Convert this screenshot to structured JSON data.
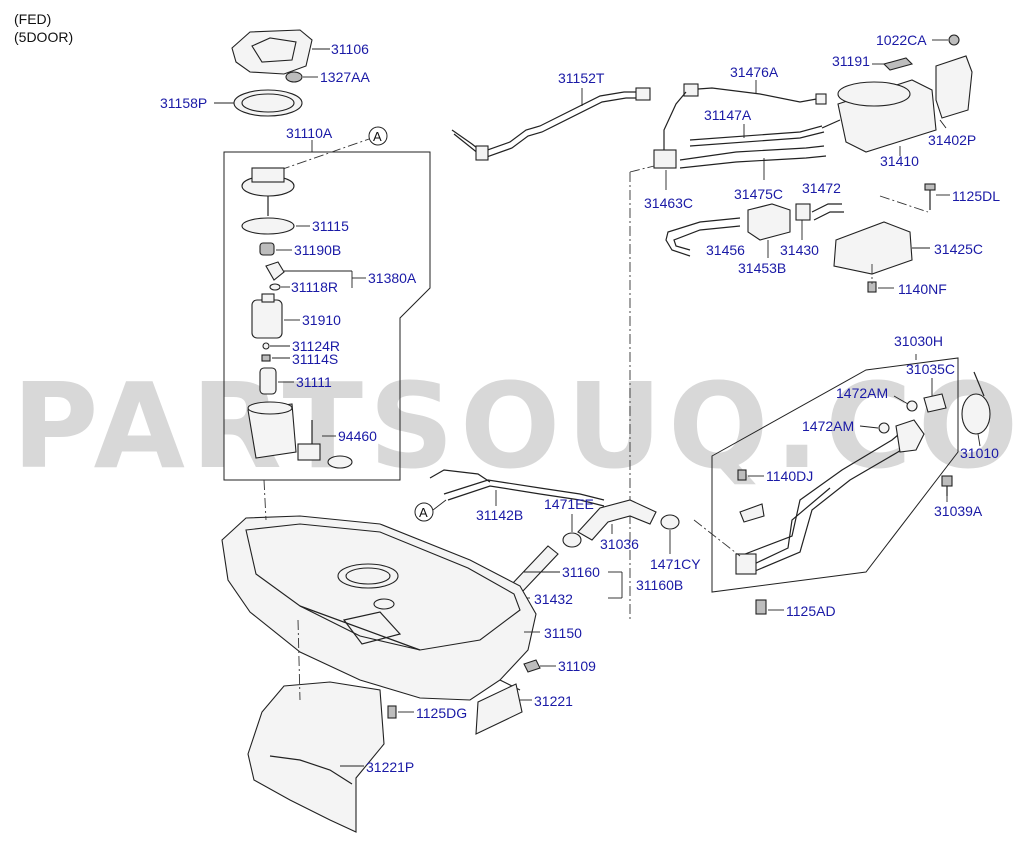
{
  "header": {
    "line1": "(FED)",
    "line2": "(5DOOR)"
  },
  "watermark": "PARTSOUQ.COM",
  "ref_marker": "A",
  "labels": {
    "p31106": "31106",
    "p1327AA": "1327AA",
    "p31158P": "31158P",
    "p31110A": "31110A",
    "p31115": "31115",
    "p31190B": "31190B",
    "p31380A": "31380A",
    "p31118R": "31118R",
    "p31910": "31910",
    "p31124R": "31124R",
    "p31114S": "31114S",
    "p31111": "31111",
    "p94460": "94460",
    "p31152T": "31152T",
    "p31476A": "31476A",
    "p31147A": "31147A",
    "p31463C": "31463C",
    "p31475C": "31475C",
    "p31472": "31472",
    "p31456": "31456",
    "p31430": "31430",
    "p31453B": "31453B",
    "p1022CA": "1022CA",
    "p31191": "31191",
    "p31402P": "31402P",
    "p31410": "31410",
    "p1125DL": "1125DL",
    "p31425C": "31425C",
    "p1140NF": "1140NF",
    "p31030H": "31030H",
    "p31035C": "31035C",
    "p1472AM_1": "1472AM",
    "p1472AM_2": "1472AM",
    "p31010": "31010",
    "p1140DJ": "1140DJ",
    "p31039A": "31039A",
    "p1125AD": "1125AD",
    "p31142B": "31142B",
    "p1471EE": "1471EE",
    "p31036": "31036",
    "p1471CY": "1471CY",
    "p31160": "31160",
    "p31160B": "31160B",
    "p31432": "31432",
    "p31150": "31150",
    "p31109": "31109",
    "p1125DG": "1125DG",
    "p31221": "31221",
    "p31221P": "31221P"
  }
}
